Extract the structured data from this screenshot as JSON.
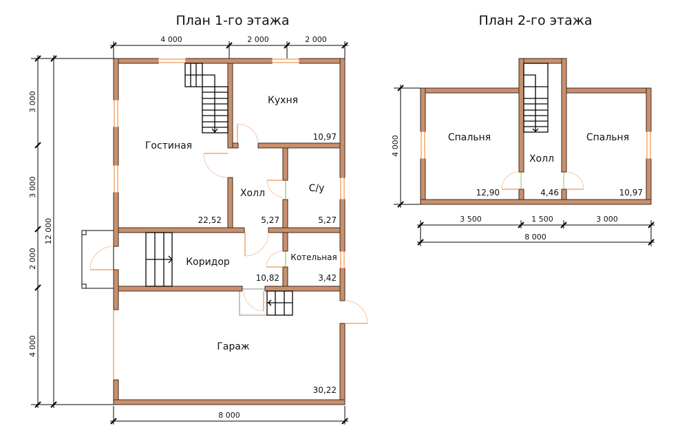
{
  "titles": {
    "floor1": "План 1-го этажа",
    "floor2": "План 2-го этажа"
  },
  "floor1": {
    "rooms": [
      {
        "name": "Гостиная",
        "area": "22,52"
      },
      {
        "name": "Кухня",
        "area": "10,97"
      },
      {
        "name": "Холл",
        "area": "5,27"
      },
      {
        "name": "С/у",
        "area": "5,27"
      },
      {
        "name": "Коридор",
        "area": "10,82"
      },
      {
        "name": "Котельная",
        "area": "3,42"
      },
      {
        "name": "Гараж",
        "area": "30,22"
      }
    ],
    "dims_top": [
      "4 000",
      "2 000",
      "2 000"
    ],
    "dim_bottom": "8 000",
    "dims_left": [
      "3 000",
      "3 000",
      "2 000",
      "4 000"
    ],
    "dim_left_total": "12 000"
  },
  "floor2": {
    "rooms": [
      {
        "name": "Спальня",
        "area": "12,90"
      },
      {
        "name": "Холл",
        "area": "4,46"
      },
      {
        "name": "Спальня",
        "area": "10,97"
      }
    ],
    "dims_bottom": [
      "3 500",
      "1 500",
      "3 000"
    ],
    "dim_total": "8 000",
    "dim_left": "4 000"
  },
  "colors": {
    "wall": "#c8906c",
    "window": "#f07a20",
    "door_opening": "#8cc850"
  }
}
